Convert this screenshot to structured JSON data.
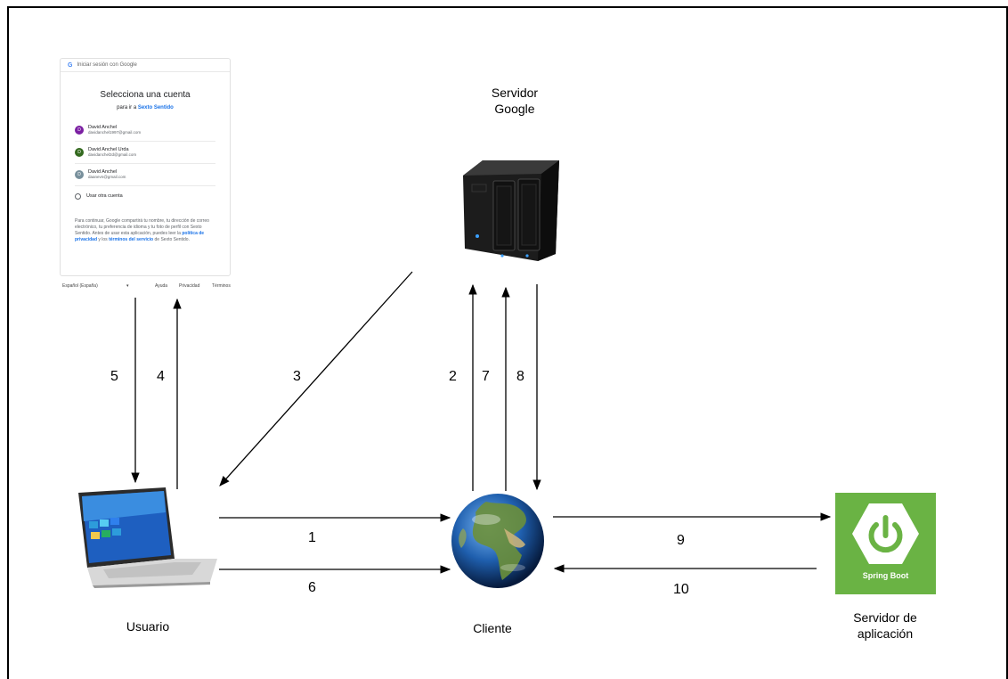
{
  "nodes": {
    "google_server": "Servidor\nGoogle",
    "user": "Usuario",
    "client": "Cliente",
    "app_server": "Servidor de\naplicación"
  },
  "arrows": {
    "a1": "1",
    "a2": "2",
    "a3": "3",
    "a4": "4",
    "a5": "5",
    "a6": "6",
    "a7": "7",
    "a8": "8",
    "a9": "9",
    "a10": "10"
  },
  "google_login": {
    "header": "Iniciar sesión con Google",
    "title": "Selecciona una cuenta",
    "subtitle_prefix": "para ir a",
    "app_name": "Sexto Sentido",
    "accounts": [
      {
        "initial": "D",
        "name": "David Anchel",
        "email": "davidanchel1997@gmail.com",
        "color": "#7b1fa2"
      },
      {
        "initial": "D",
        "name": "David Anchel Urda",
        "email": "davidanchel2d@gmail.com",
        "color": "#33691e"
      },
      {
        "initial": "D",
        "name": "David Anchel",
        "email": "daanevn@gmail.com",
        "color": "#78909c"
      }
    ],
    "other_account": "Usar otra cuenta",
    "info_1": "Para continuar, Google compartirá tu nombre, tu dirección de correo electrónico, tu preferencia de idioma y tu foto de perfil con Sexto Sentido. Antes de usar esta aplicación, puedes leer la",
    "privacy_link": "política de privacidad",
    "info_2": "y los",
    "terms_link": "términos del servicio",
    "info_3": "de Sexto Sentido.",
    "footer": {
      "language": "Español (España)",
      "help": "Ayuda",
      "privacy": "Privacidad",
      "terms": "Términos"
    }
  },
  "spring_boot": {
    "label": "Spring Boot",
    "color": "#6ab344"
  }
}
